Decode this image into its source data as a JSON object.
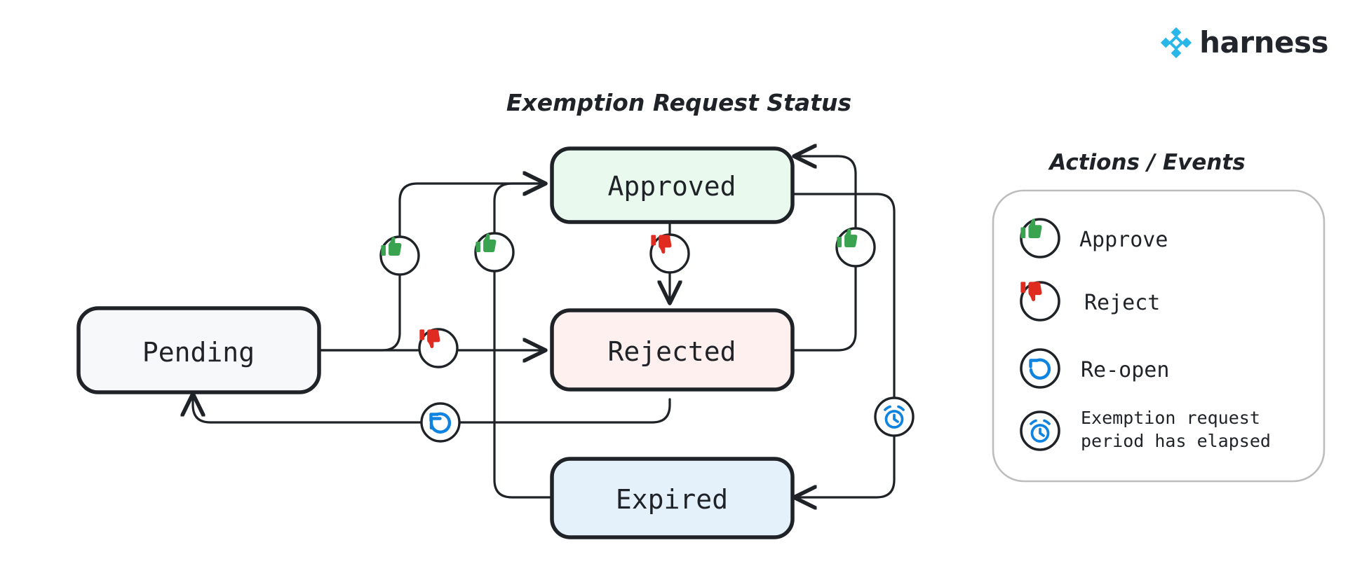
{
  "brand": {
    "name": "harness",
    "logo_icon": "harness-diamond-logo",
    "logo_color": "#29b6e8"
  },
  "diagram": {
    "title": "Exemption Request Status",
    "type": "state-diagram",
    "nodes": [
      {
        "id": "pending",
        "label": "Pending",
        "fill": "#f6f8fa",
        "stroke": "#1f2328"
      },
      {
        "id": "approved",
        "label": "Approved",
        "fill": "#e9f9ee",
        "stroke": "#1f2328"
      },
      {
        "id": "rejected",
        "label": "Rejected",
        "fill": "#fdf0ee",
        "stroke": "#1f2328"
      },
      {
        "id": "expired",
        "label": "Expired",
        "fill": "#e4f1fb",
        "stroke": "#1f2328"
      }
    ],
    "transitions": [
      {
        "from": "pending",
        "to": "approved",
        "action": "approve",
        "icon": "thumbs-up-icon"
      },
      {
        "from": "pending",
        "to": "rejected",
        "action": "reject",
        "icon": "thumbs-down-icon"
      },
      {
        "from": "approved",
        "to": "rejected",
        "action": "reject",
        "icon": "thumbs-down-icon"
      },
      {
        "from": "rejected",
        "to": "approved",
        "action": "approve",
        "icon": "thumbs-up-icon"
      },
      {
        "from": "rejected",
        "to": "pending",
        "action": "re-open",
        "icon": "reopen-icon"
      },
      {
        "from": "approved",
        "to": "expired",
        "action": "exemption request period has elapsed",
        "icon": "alarm-clock-icon"
      },
      {
        "from": "expired",
        "to": "approved",
        "action": "approve",
        "icon": "thumbs-up-icon"
      }
    ]
  },
  "legend": {
    "title": "Actions / Events",
    "items": [
      {
        "icon": "thumbs-up-icon",
        "label": "Approve",
        "color": "#3aa350"
      },
      {
        "icon": "thumbs-down-icon",
        "label": "Reject",
        "color": "#e02b20"
      },
      {
        "icon": "reopen-icon",
        "label": "Re-open",
        "color": "#0f83e0"
      },
      {
        "icon": "alarm-clock-icon",
        "label_line1": "Exemption request",
        "label_line2": "period has elapsed",
        "color": "#0f83e0"
      }
    ]
  },
  "colors": {
    "approve_green": "#3aa350",
    "reject_red": "#e02b20",
    "blue": "#0f83e0",
    "ink": "#1f2328",
    "panel_border": "#bdbdbd"
  }
}
